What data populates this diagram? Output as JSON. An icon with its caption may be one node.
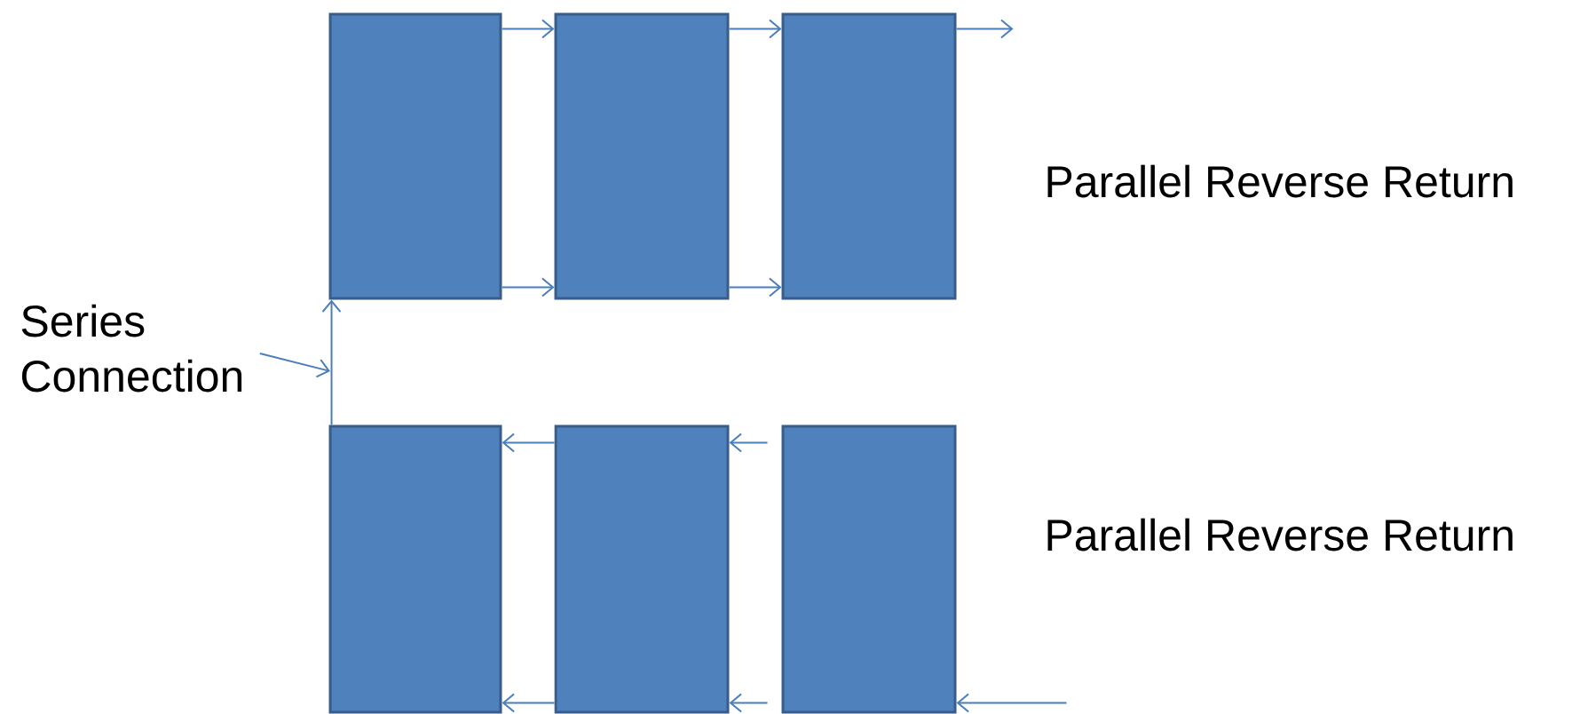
{
  "diagram": {
    "nodes": [
      {
        "text": [],
        "shape": "box"
      },
      {
        "text": [],
        "shape": "box"
      },
      {
        "text": [],
        "shape": "box"
      },
      {
        "text": [],
        "shape": "box"
      },
      {
        "text": [],
        "shape": "box"
      },
      {
        "text": [],
        "shape": "box"
      },
      {
        "text": [
          "Series Connection"
        ]
      }
    ],
    "edges": [
      {
        "from": 0,
        "to": 1,
        "arrow": "to"
      },
      {
        "from": 0,
        "to": 1,
        "arrow": "to"
      },
      {
        "from": 1,
        "to": 2,
        "arrow": "to"
      },
      {
        "from": 1,
        "to": 2,
        "arrow": "to"
      },
      {
        "from": 2,
        "to": null,
        "arrow": "to"
      },
      {
        "from": 5,
        "to": 4,
        "arrow": "to"
      },
      {
        "from": 5,
        "to": 4,
        "arrow": "to"
      },
      {
        "from": 4,
        "to": 3,
        "arrow": "to"
      },
      {
        "from": 4,
        "to": 3,
        "arrow": "to"
      },
      {
        "from": null,
        "to": 5,
        "arrow": "to"
      },
      {
        "from": 3,
        "to": 0,
        "arrow": "to"
      },
      {
        "from": 6,
        "to": null,
        "arrow": "to"
      }
    ],
    "labels": [
      "Parallel Reverse Return",
      "Parallel Reverse Return"
    ]
  }
}
